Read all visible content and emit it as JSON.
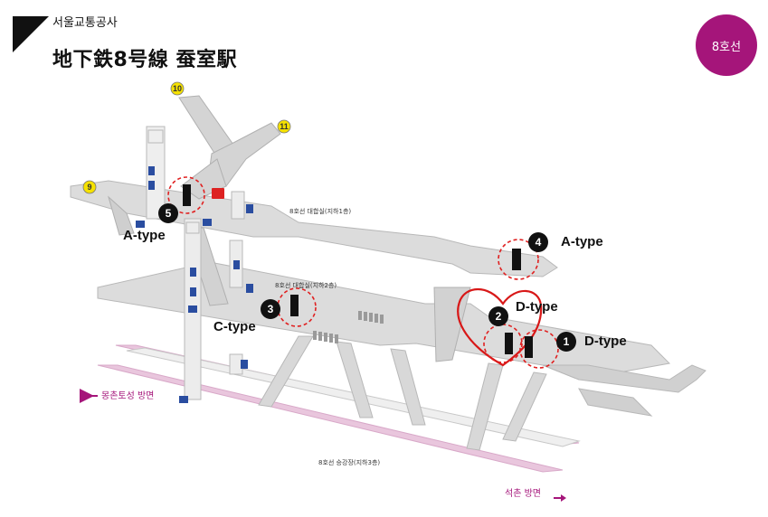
{
  "header": {
    "org_name": "서울교통공사",
    "station_title": "地下鉄8号線 蚕室駅",
    "line_badge": "8호선"
  },
  "colors": {
    "line_color": "#a5157a",
    "platform": "#dcdcdc",
    "platform_edge": "#b8b8b8",
    "track": "#e9c6dd",
    "marker": "#e02020",
    "heart": "#d81818"
  },
  "floors": {
    "b1": "8호선 대합실(지하1층)",
    "b2": "8호선 대합실(지하2층)",
    "b3": "8호선 승강장(지하3층)"
  },
  "directions": {
    "left": "몽촌토성 방면",
    "right": "석촌 방면"
  },
  "exits": [
    "9",
    "10",
    "11"
  ],
  "markers": [
    {
      "num": "1",
      "type": "D-type"
    },
    {
      "num": "2",
      "type": "D-type"
    },
    {
      "num": "3",
      "type": "C-type"
    },
    {
      "num": "4",
      "type": "A-type"
    },
    {
      "num": "5",
      "type": "A-type"
    }
  ],
  "icons": {
    "exit_badge": "exit-number-circle-icon",
    "elevator": "elevator-icon",
    "restroom": "restroom-icon",
    "accessibility": "wheelchair-icon",
    "locker": "locker-icon"
  }
}
